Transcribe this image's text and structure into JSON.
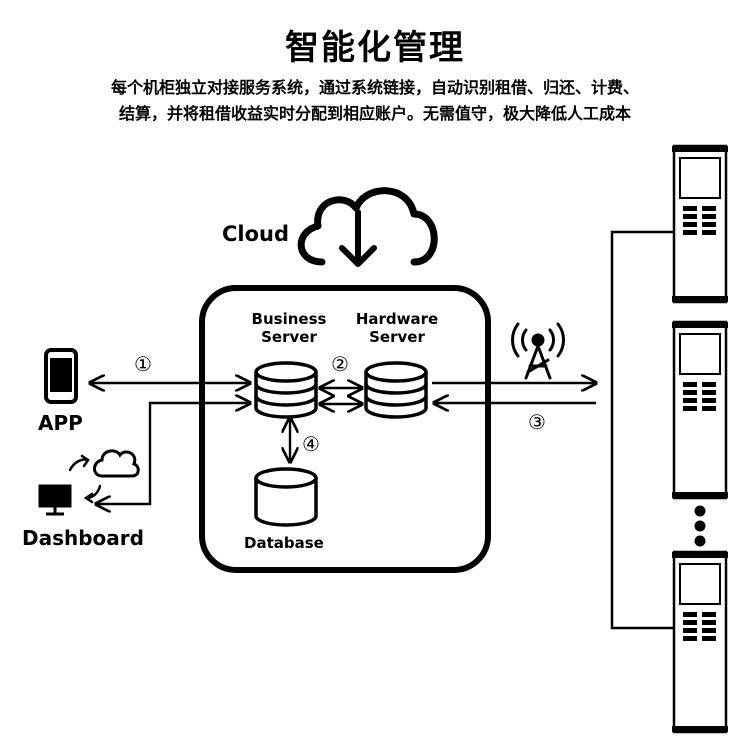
{
  "title": "智能化管理",
  "description": {
    "line1": "每个机柜独立对接服务系统，通过系统链接，自动识别租借、归还、计费、",
    "line2": "结算，并将租借收益实时分配到相应账户。无需值守，极大降低人工成本"
  },
  "diagram": {
    "cloud_label": "Cloud",
    "business_server": {
      "line1": "Business",
      "line2": "Server"
    },
    "hardware_server": {
      "line1": "Hardware",
      "line2": "Server"
    },
    "database_label": "Database",
    "app_label": "APP",
    "dashboard_label": "Dashboard",
    "markers": [
      "①",
      "②",
      "③",
      "④"
    ]
  },
  "icons": {
    "cloud": "cloud-download-icon",
    "phone": "smartphone-icon",
    "monitor": "monitor-icon",
    "small_cloud": "cloud-icon",
    "antenna": "antenna-tower-icon",
    "server": "database-stack-icon",
    "database": "database-cylinder-icon",
    "kiosk": "charging-cabinet-icon"
  }
}
